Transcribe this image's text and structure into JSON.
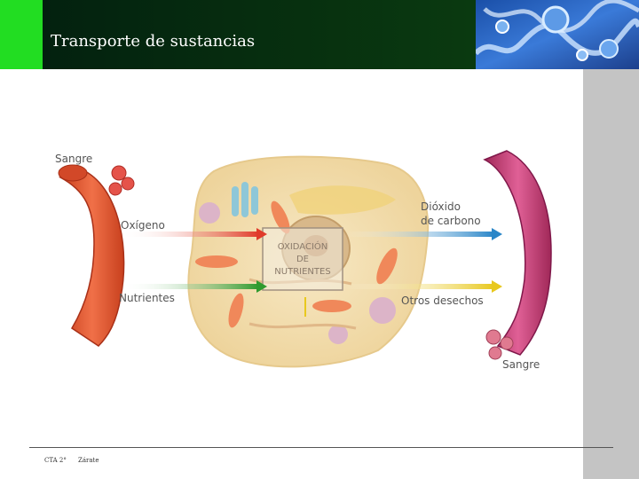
{
  "slide": {
    "title": "Transporte de sustancias"
  },
  "diagram": {
    "labels": {
      "blood_left": "Sangre",
      "oxygen": "Oxígeno",
      "nutrients": "Nutrientes",
      "co2_line1": "Dióxido",
      "co2_line2": "de carbono",
      "waste": "Otros desechos",
      "blood_right": "Sangre",
      "box_line1": "OXIDACIÓN",
      "box_line2": "DE",
      "box_line3": "NUTRIENTES"
    },
    "colors": {
      "oxygen_arrow": "#e03a2a",
      "nutrients_arrow": "#2f9a2f",
      "co2_arrow": "#2a86c8",
      "waste_arrow": "#e8c81e",
      "artery": "#e0562e",
      "vein": "#c0386e",
      "cell": "#f3dfb1"
    }
  },
  "footer": {
    "left": "CTA 2°",
    "right": "Zárate"
  },
  "theme": {
    "accent_green": "#22dd22",
    "header_dark": "#03210f",
    "side_gray": "#c4c4c4"
  }
}
